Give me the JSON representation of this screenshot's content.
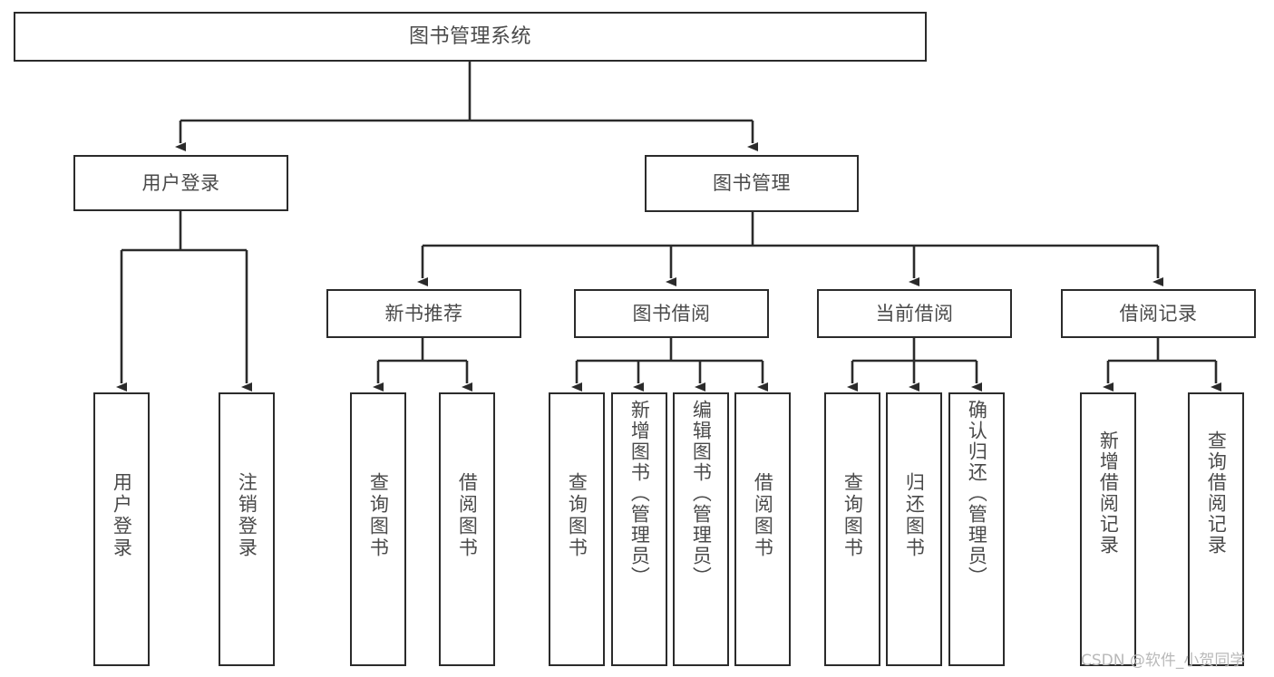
{
  "diagram": {
    "type": "tree-hierarchy-functional-decomposition",
    "title": "图书管理系统",
    "line_color": "#2b2b2b",
    "text_color": "#4a4a4a",
    "background": "#ffffff",
    "nodes": {
      "root": {
        "label": "图书管理系统"
      },
      "level1": [
        {
          "id": "user-login",
          "label": "用户登录"
        },
        {
          "id": "book-management",
          "label": "图书管理"
        }
      ],
      "level2": [
        {
          "id": "new-book-recommend",
          "label": "新书推荐",
          "parent": "book-management"
        },
        {
          "id": "book-borrow",
          "label": "图书借阅",
          "parent": "book-management"
        },
        {
          "id": "current-borrow",
          "label": "当前借阅",
          "parent": "book-management"
        },
        {
          "id": "borrow-record",
          "label": "借阅记录",
          "parent": "book-management"
        }
      ],
      "leaves": [
        {
          "id": "leaf-user-login",
          "label": "用户登录",
          "parent": "user-login"
        },
        {
          "id": "leaf-logout-login",
          "label": "注销登录",
          "parent": "user-login"
        },
        {
          "id": "leaf-query-book-1",
          "label": "查询图书",
          "parent": "new-book-recommend"
        },
        {
          "id": "leaf-borrow-book-1",
          "label": "借阅图书",
          "parent": "new-book-recommend"
        },
        {
          "id": "leaf-query-book-2",
          "label": "查询图书",
          "parent": "book-borrow"
        },
        {
          "id": "leaf-add-book",
          "label": "新增图书（管理员）",
          "parent": "book-borrow"
        },
        {
          "id": "leaf-edit-book",
          "label": "编辑图书（管理员）",
          "parent": "book-borrow"
        },
        {
          "id": "leaf-borrow-book-2",
          "label": "借阅图书",
          "parent": "book-borrow"
        },
        {
          "id": "leaf-query-book-3",
          "label": "查询图书",
          "parent": "current-borrow"
        },
        {
          "id": "leaf-return-book",
          "label": "归还图书",
          "parent": "current-borrow"
        },
        {
          "id": "leaf-confirm-return",
          "label": "确认归还（管理员）",
          "parent": "current-borrow"
        },
        {
          "id": "leaf-add-record",
          "label": "新增借阅记录",
          "parent": "borrow-record"
        },
        {
          "id": "leaf-query-record",
          "label": "查询借阅记录",
          "parent": "borrow-record"
        }
      ]
    },
    "watermark": "CSDN @软件_小贺同学"
  }
}
